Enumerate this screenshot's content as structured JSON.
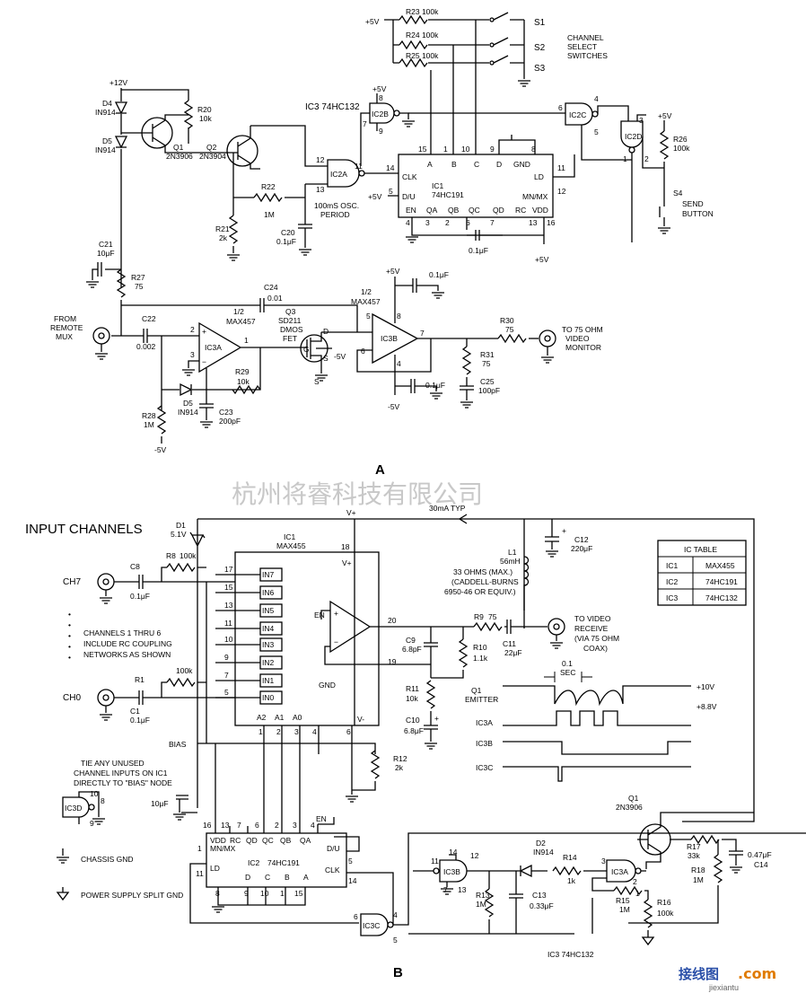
{
  "a": {
    "supply_12v": "+12V",
    "d4": "D4",
    "d4_part": "IN914",
    "d5": "D5",
    "d5_part": "IN914",
    "q1": "Q1",
    "q1_part": "2N3906",
    "q2": "Q2",
    "q2_part": "2N3904",
    "r20": "R20",
    "r20_v": "10k",
    "r22": "R22",
    "r22_v": "1M",
    "r21": "R21",
    "r21_v": "2k",
    "c20": "C20",
    "c20_v": "0.1μF",
    "osc": "100mS OSC.",
    "osc2": "PERIOD",
    "ic3_hdr": "IC3  74HC132",
    "ic2a": "IC2A",
    "ic2b": "IC2B",
    "ic2c": "IC2C",
    "ic2d": "IC2D",
    "p5v": "+5V",
    "m5v": "-5V",
    "r23": "R23  100k",
    "r24": "R24  100k",
    "r25": "R25  100k",
    "s1": "S1",
    "s2": "S2",
    "s3": "S3",
    "chsel1": "CHANNEL",
    "chsel2": "SELECT",
    "chsel3": "SWITCHES",
    "ic1": "IC1",
    "ic1_part": "74HC191",
    "ic1_pins": {
      "a": "A",
      "b": "B",
      "c": "C",
      "d": "D",
      "gnd": "GND",
      "clk": "CLK",
      "ld": "LD",
      "du": "D/U",
      "en": "EN",
      "qa": "QA",
      "qb": "QB",
      "qc": "QC",
      "qd": "QD",
      "rc": "RC",
      "vdd": "VDD",
      "mnmx": "MN/MX"
    },
    "r26": "R26",
    "r26_v": "100k",
    "s4": "S4",
    "send1": "SEND",
    "send2": "BUTTON",
    "c_01": "0.1μF",
    "c21": "C21",
    "c21_v": "10μF",
    "r27": "R27",
    "r27_v": "75",
    "from1": "FROM",
    "from2": "REMOTE",
    "from3": "MUX",
    "c22": "C22",
    "c22_v": "0.002",
    "c24": "C24",
    "c24_v": "0.01",
    "ic3a_h": "1/2",
    "ic3a_p": "MAX457",
    "ic3a": "IC3A",
    "q3": "Q3",
    "q3_p": "SD211",
    "q3_p2": "DMOS",
    "q3_p3": "FET",
    "ic3b_h": "1/2",
    "ic3b_p": "MAX457",
    "ic3b": "IC3B",
    "r29": "R29",
    "r29_v": "10k",
    "d5b": "D5",
    "d5b_p": "IN914",
    "r28": "R28",
    "r28_v": "1M",
    "c23": "C23",
    "c23_v": "200pF",
    "r30": "R30",
    "r30_v": "75",
    "r31": "R31",
    "r31_v": "75",
    "c25": "C25",
    "c25_v": "100pF",
    "to1": "TO 75 OHM",
    "to2": "VIDEO",
    "to3": "MONITOR",
    "label": "A"
  },
  "watermark": "杭州将睿科技有限公司",
  "b": {
    "input": "INPUT   CHANNELS",
    "d1": "D1",
    "d1_v": "5.1V",
    "ic1": "IC1",
    "ic1_part": "MAX455",
    "vplus": "V+",
    "vplus2": "V+",
    "vminus": "V-",
    "gnd": "GND",
    "typ": "30mA TYP",
    "c12": "C12",
    "c12_v": "220μF",
    "l1": "L1",
    "l1_v": "56mH",
    "l1_d1": "33 OHMS (MAX.)",
    "l1_d2": "(CADDELL-BURNS",
    "l1_d3": "6950-46 OR EQUIV.)",
    "ic_table_title": "IC TABLE",
    "ic_table": [
      [
        "IC1",
        "MAX455"
      ],
      [
        "IC2",
        "74HC191"
      ],
      [
        "IC3",
        "74HC132"
      ]
    ],
    "ch7": "CH7",
    "ch0": "CH0",
    "c8": "C8",
    "c8_v": "0.1μF",
    "r8": "R8",
    "r8_v": "100k",
    "r1": "R1",
    "r1_v": "100k",
    "c1": "C1",
    "c1_v": "0.1μF",
    "ch_note1": "CHANNELS 1 THRU 6",
    "ch_note2": "INCLUDE RC COUPLING",
    "ch_note3": "NETWORKS AS SHOWN",
    "in_pins": [
      "IN7",
      "IN6",
      "IN5",
      "IN4",
      "IN3",
      "IN2",
      "IN1",
      "IN0"
    ],
    "in_nums": [
      "17",
      "15",
      "13",
      "11",
      "10",
      "9",
      "7",
      "5"
    ],
    "addr": [
      "A2",
      "A1",
      "A0"
    ],
    "en": "EN",
    "r9": "R9",
    "r9_v": "75",
    "c11": "C11",
    "c11_v": "22μF",
    "to_video1": "TO VIDEO",
    "to_video2": "RECEIVE",
    "to_video3": "(VIA 75 OHM",
    "to_video4": "COAX)",
    "c9": "C9",
    "c9_v": "6.8pF",
    "r10": "R10",
    "r10_v": "1.1k",
    "r11": "R11",
    "r11_v": "10k",
    "c10": "C10",
    "c10_v": "6.8μF",
    "bias": "BIAS",
    "tie1": "TIE ANY UNUSED",
    "tie2": "CHANNEL INPUTS ON IC1",
    "tie3": "DIRECTLY TO \"BIAS\" NODE",
    "r12": "R12",
    "r12_v": "2k",
    "ic3d": "IC3D",
    "c_10u": "10μF",
    "ic2": "IC2",
    "ic2_part": "74HC191",
    "ic2_pins": {
      "vdd": "VDD",
      "rc": "RC",
      "qd": "QD",
      "qc": "QC",
      "qb": "QB",
      "qa": "QA",
      "mnmx": "MN/MX",
      "du": "D/U",
      "ld": "LD",
      "clk": "CLK",
      "d": "D",
      "c": "C",
      "b": "B",
      "a": "A"
    },
    "chassis": "CHASSIS GND",
    "split": "POWER SUPPLY SPLIT GND",
    "ic3b": "IC3B",
    "ic3c": "IC3C",
    "ic3a": "IC3A",
    "d2": "D2",
    "d2_p": "IN914",
    "r14": "R14",
    "r14_v": "1k",
    "r13": "R13",
    "r13_v": "1M",
    "c13": "C13",
    "c13_v": "0.33μF",
    "r15": "R15",
    "r15_v": "1M",
    "r16": "R16",
    "r16_v": "100k",
    "q1": "Q1",
    "q1_p": "2N3906",
    "r17": "R17",
    "r17_v": "33k",
    "r18": "R18",
    "r18_v": "1M",
    "c14": "C14",
    "c14_v": "0.47μF",
    "ic3_hdr": "IC3  74HC132",
    "timing": {
      "sec1": "0.1",
      "sec2": "SEC",
      "q1e1": "Q1",
      "q1e2": "EMITTER",
      "ic3a": "IC3A",
      "ic3b": "IC3B",
      "ic3c": "IC3C",
      "v10": "+10V",
      "v88": "+8.8V"
    },
    "label": "B"
  },
  "footer": {
    "logo": "接线图",
    "com": ".com",
    "url": "jiexiantu"
  }
}
